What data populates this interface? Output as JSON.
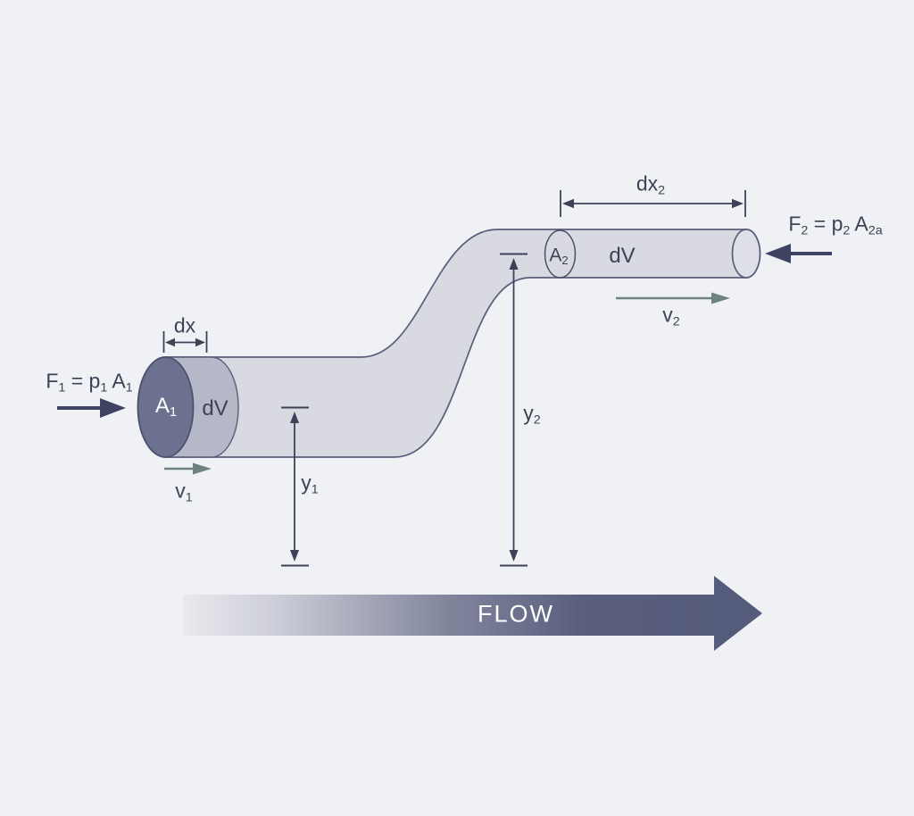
{
  "diagram": {
    "type": "fluid-flow-pipe-schematic",
    "labels": {
      "f1": {
        "text": "F₁ = p₁ A₁",
        "parts": [
          {
            "t": "F"
          },
          {
            "t": "1",
            "sub": true
          },
          {
            "t": " = p"
          },
          {
            "t": "1",
            "sub": true
          },
          {
            "t": " A"
          },
          {
            "t": "1",
            "sub": true
          }
        ]
      },
      "dx": {
        "text": "dx"
      },
      "a1": {
        "text": "A₁",
        "parts": [
          {
            "t": "A"
          },
          {
            "t": "1",
            "sub": true
          }
        ]
      },
      "dv_lower": {
        "text": "dV"
      },
      "v1": {
        "text": "v₁",
        "parts": [
          {
            "t": "v"
          },
          {
            "t": "1",
            "sub": true
          }
        ]
      },
      "y1": {
        "text": "y₁",
        "parts": [
          {
            "t": "y"
          },
          {
            "t": "1",
            "sub": true
          }
        ]
      },
      "y2": {
        "text": "y₂",
        "parts": [
          {
            "t": "y"
          },
          {
            "t": "2",
            "sub": true
          }
        ]
      },
      "dx2": {
        "text": "dx₂",
        "parts": [
          {
            "t": "dx"
          },
          {
            "t": "2",
            "sub": true
          }
        ]
      },
      "a2": {
        "text": "A₂",
        "parts": [
          {
            "t": "A"
          },
          {
            "t": "2",
            "sub": true
          }
        ]
      },
      "dv_upper": {
        "text": "dV"
      },
      "f2": {
        "text": "F₂ = p₂ A₂ₐ",
        "parts": [
          {
            "t": "F"
          },
          {
            "t": "2",
            "sub": true
          },
          {
            "t": " = p"
          },
          {
            "t": "2",
            "sub": true
          },
          {
            "t": " A"
          },
          {
            "t": "2a",
            "sub": true
          }
        ]
      },
      "v2": {
        "text": "v₂",
        "parts": [
          {
            "t": "v"
          },
          {
            "t": "2",
            "sub": true
          }
        ]
      },
      "flow": {
        "text": "FLOW"
      }
    },
    "colors": {
      "background": "#f0f1f4",
      "pipe_fill": "#d8d9e1",
      "pipe_stroke": "#5a5e7a",
      "inlet_face_fill": "#6d7190",
      "inlet_face_stroke": "#4c506c",
      "dv_slab_fill": "#b5b8c7",
      "force_arrow": "#3e4363",
      "velocity_arrow": "#6e8280",
      "dimension_line": "#3d4257",
      "label_text": "#3d4257",
      "label_on_dark": "#ffffff",
      "flow_arrow_dark": "#555b7a",
      "flow_arrow_light": "#e9e9ee"
    }
  }
}
